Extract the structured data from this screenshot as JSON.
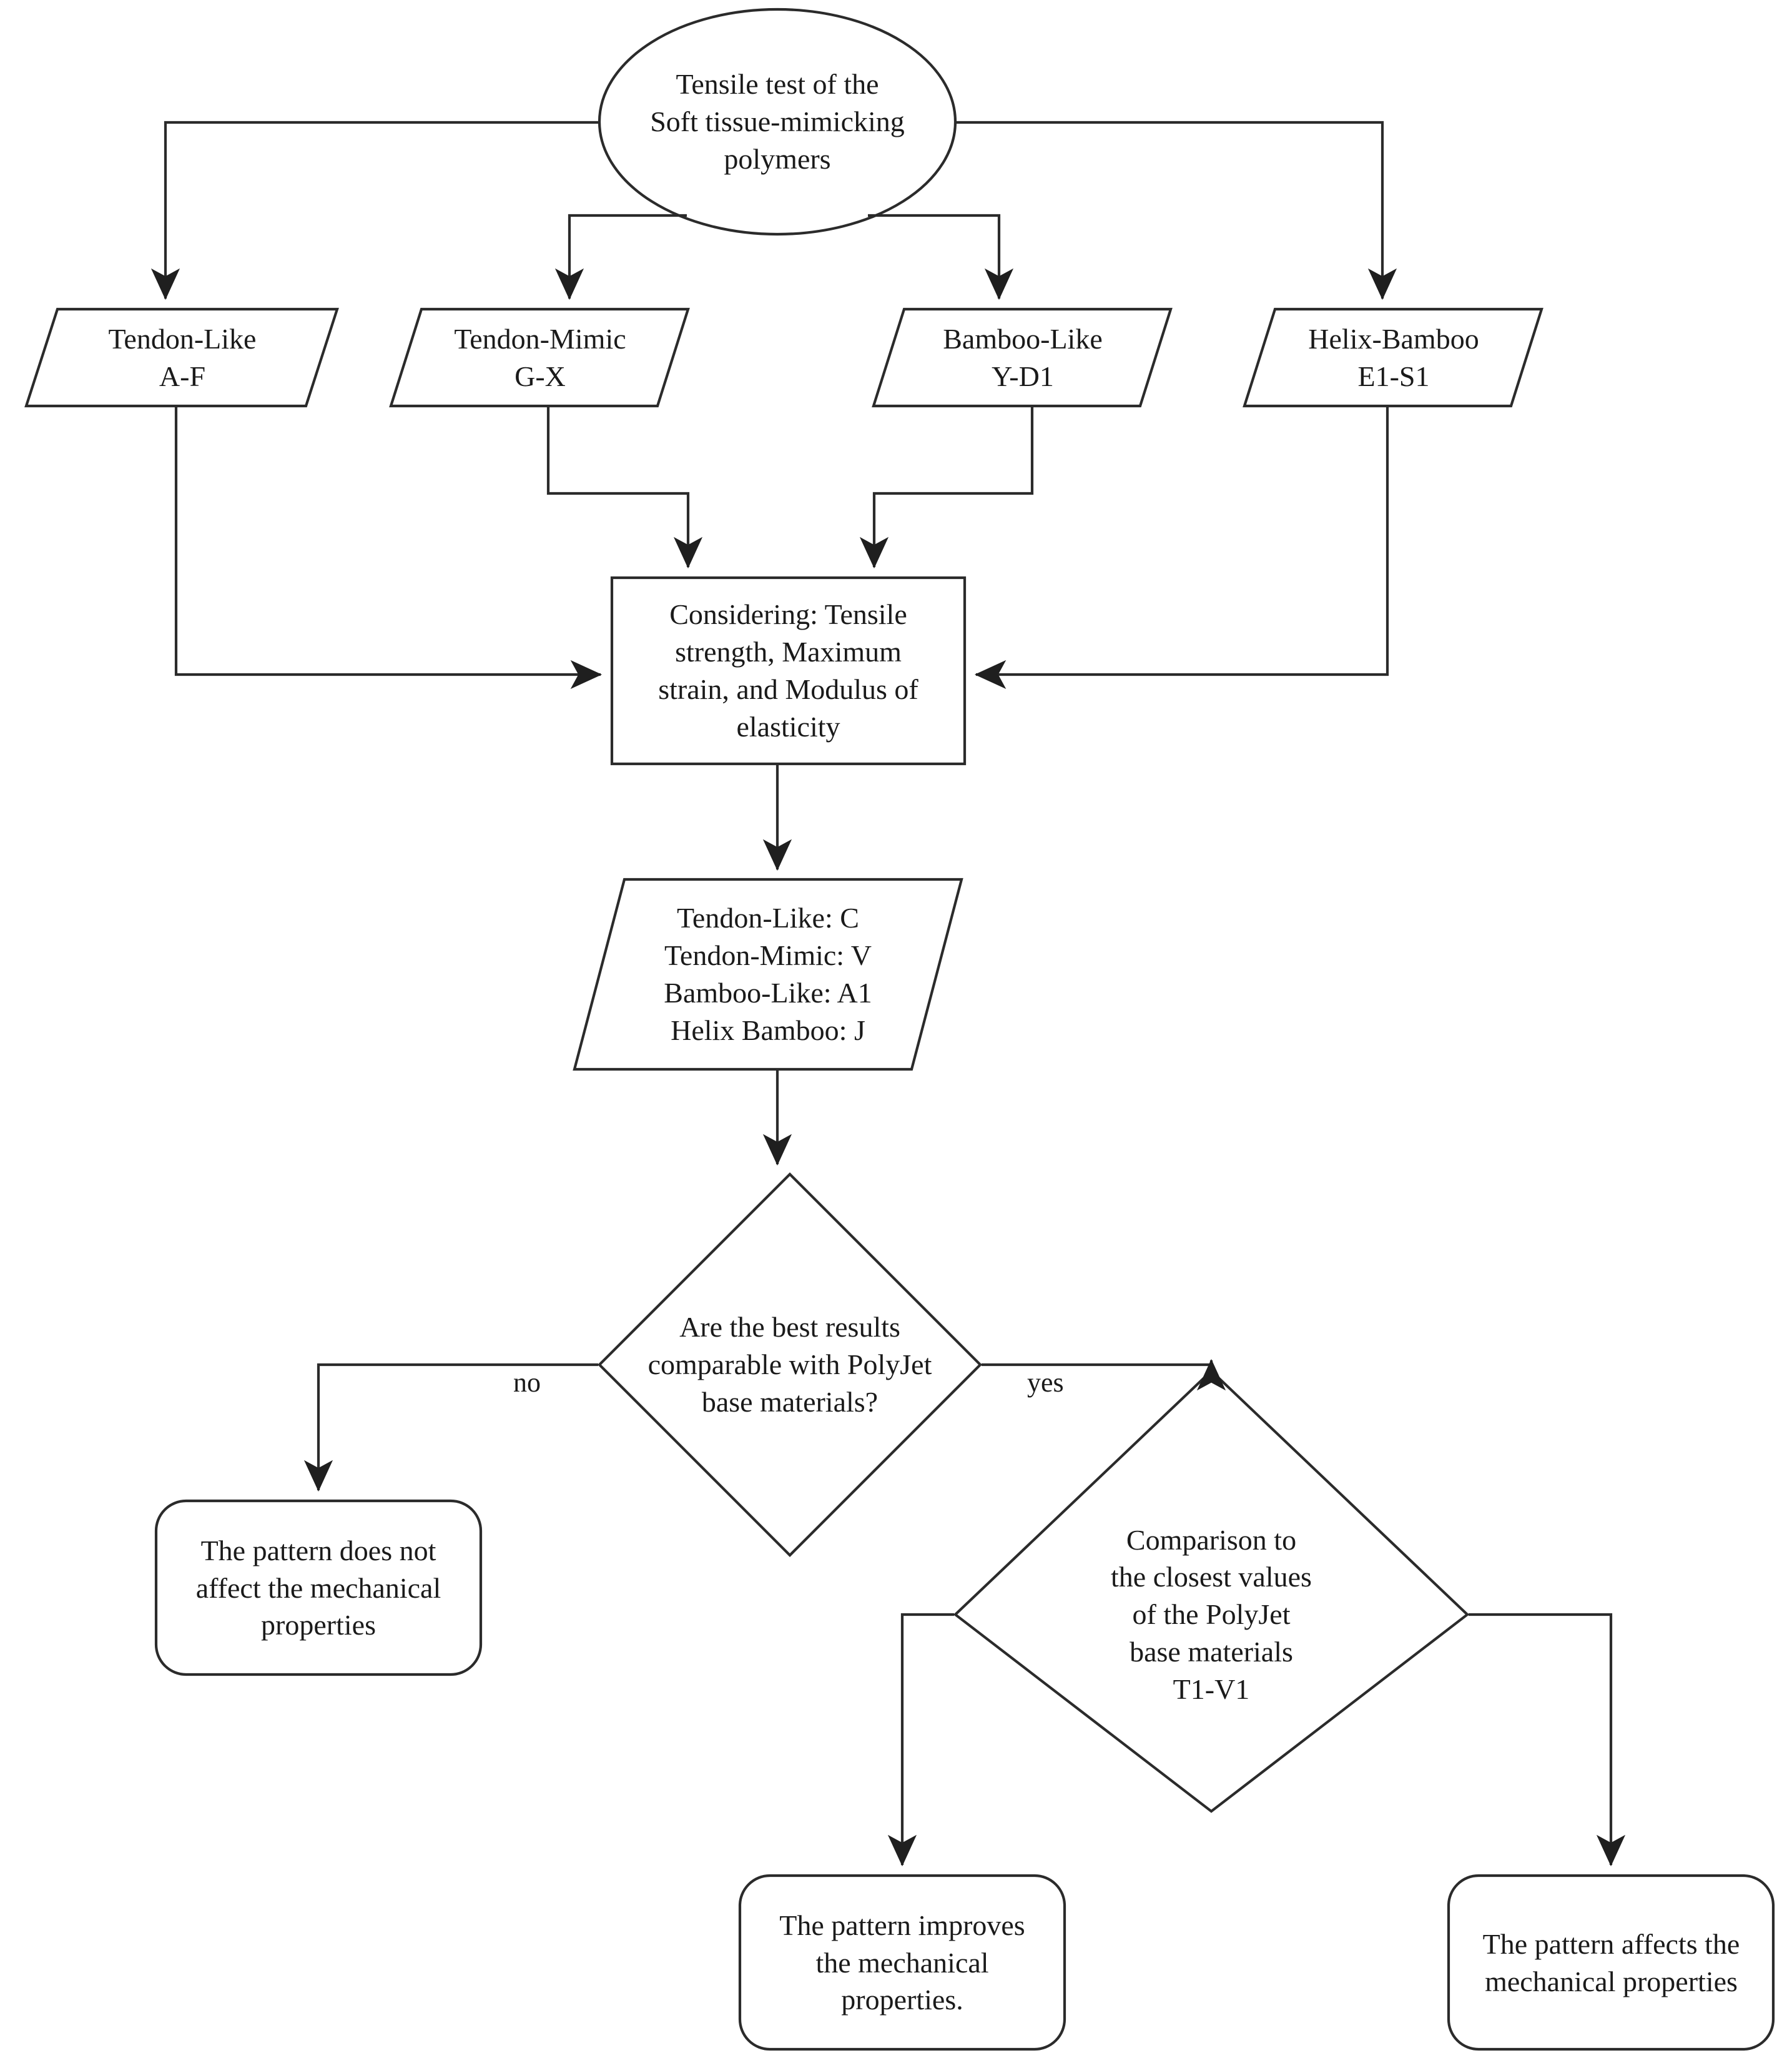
{
  "diagram": {
    "title_node": {
      "id": "tensile-test",
      "shape": "ellipse",
      "text": "Tensile test of the\nSoft tissue-mimicking\npolymers"
    },
    "material_groups": [
      {
        "id": "tendon-like",
        "shape": "parallelogram",
        "text": "Tendon-Like\nA-F"
      },
      {
        "id": "tendon-mimic",
        "shape": "parallelogram",
        "text": "Tendon-Mimic\nG-X"
      },
      {
        "id": "bamboo-like",
        "shape": "parallelogram",
        "text": "Bamboo-Like\nY-D1"
      },
      {
        "id": "helix-bamboo",
        "shape": "parallelogram",
        "text": "Helix-Bamboo\nE1-S1"
      }
    ],
    "criteria_node": {
      "id": "considering",
      "shape": "rectangle",
      "text": "Considering: Tensile\nstrength, Maximum\nstrain, and Modulus of\nelasticity"
    },
    "best_results_node": {
      "id": "best-results",
      "shape": "parallelogram",
      "text": "Tendon-Like: C\nTendon-Mimic: V\nBamboo-Like: A1\nHelix Bamboo: J"
    },
    "decision_primary": {
      "id": "decision-polyjet-comparable",
      "shape": "diamond",
      "text": "Are the best results\ncomparable with PolyJet\nbase materials?"
    },
    "decision_secondary": {
      "id": "decision-closest-values",
      "shape": "diamond",
      "text": "Comparison to\nthe closest values\nof the PolyJet\nbase materials\nT1-V1"
    },
    "outcomes": [
      {
        "id": "outcome-no-effect",
        "shape": "rounded-rectangle",
        "text": "The pattern does not\naffect the mechanical\nproperties"
      },
      {
        "id": "outcome-improves",
        "shape": "rounded-rectangle",
        "text": "The pattern improves\nthe mechanical\nproperties."
      },
      {
        "id": "outcome-affects",
        "shape": "rounded-rectangle",
        "text": "The pattern affects the\nmechanical properties"
      }
    ],
    "edge_labels": {
      "no": "no",
      "yes": "yes"
    },
    "colors": {
      "stroke": "#2b2b2b",
      "text": "#1a1a1a",
      "background": "#ffffff"
    }
  }
}
